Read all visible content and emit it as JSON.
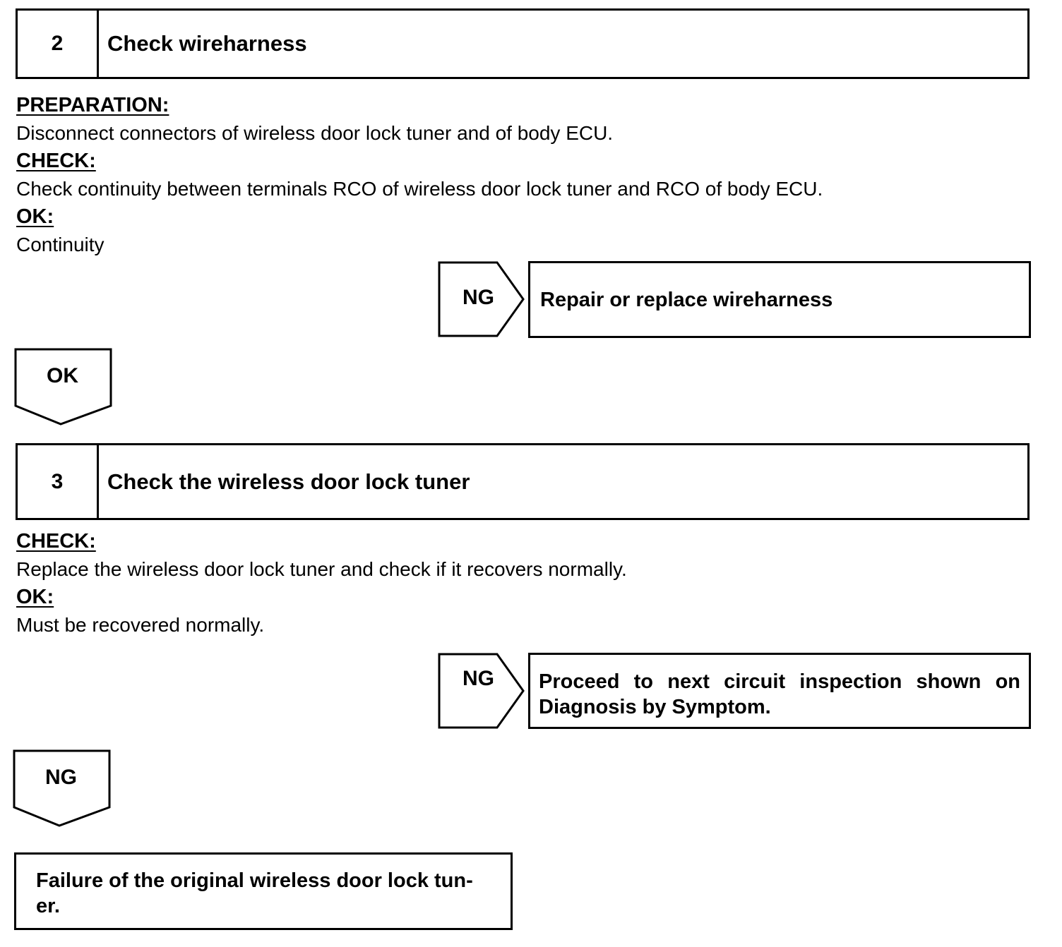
{
  "step2": {
    "number": "2",
    "title": "Check wireharness",
    "preparation_label": "PREPARATION:",
    "preparation_text": "Disconnect connectors of wireless door lock tuner and of body ECU.",
    "check_label": "CHECK:",
    "check_text": "Check continuity between terminals RCO of wireless door lock tuner and RCO of body ECU.",
    "ok_label": "OK:",
    "ok_text": "Continuity",
    "ng_label": "NG",
    "ng_result": "Repair or replace wireharness",
    "ok_flow_label": "OK"
  },
  "step3": {
    "number": "3",
    "title": "Check the wireless door lock tuner",
    "check_label": "CHECK:",
    "check_text": "Replace the wireless door lock tuner and check if it recovers normally.",
    "ok_label": "OK:",
    "ok_text": "Must be recovered normally.",
    "ng_label": "NG",
    "ng_result": "Proceed to next circuit inspection shown on Diagnosis by Symptom.",
    "ng_flow_label": "NG"
  },
  "final_result": "Failure of the original wireless door lock tun- er."
}
